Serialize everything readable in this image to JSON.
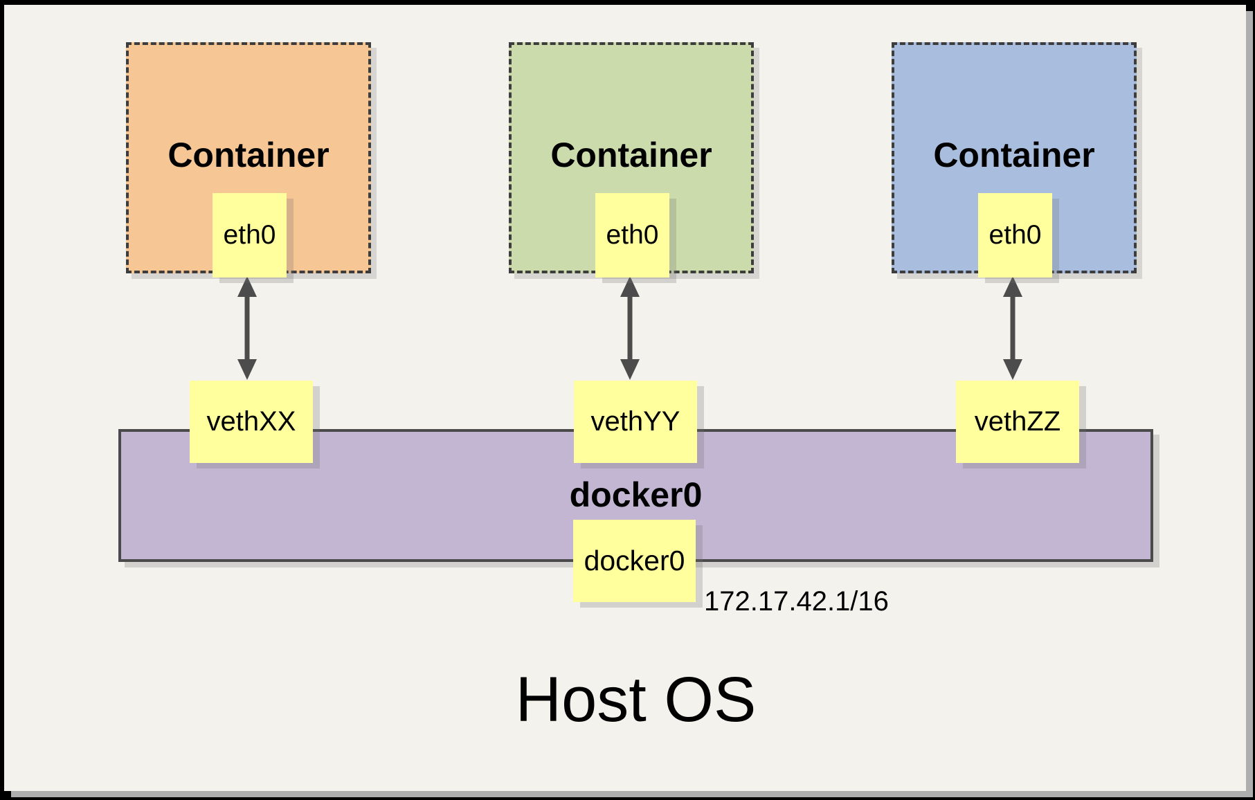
{
  "colors": {
    "background": "#f4f2ed",
    "frame": "#000000",
    "container_orange": "#f7c695",
    "container_green": "#ccdbac",
    "container_blue": "#a9bede",
    "note_yellow": "#ffff9e",
    "bridge_purple": "#c2b6d3",
    "dashed_border": "#3d3d3d",
    "arrow_gray": "#4c4c4c"
  },
  "containers": [
    {
      "label": "Container",
      "interface": "eth0",
      "veth": "vethXX",
      "fill": "#f7c695"
    },
    {
      "label": "Container",
      "interface": "eth0",
      "veth": "vethYY",
      "fill": "#ccdbac"
    },
    {
      "label": "Container",
      "interface": "eth0",
      "veth": "vethZZ",
      "fill": "#a9bede"
    }
  ],
  "bridge": {
    "label": "docker0",
    "interface": "docker0",
    "ip": "172.17.42.1/16"
  },
  "host": {
    "label": "Host OS"
  }
}
